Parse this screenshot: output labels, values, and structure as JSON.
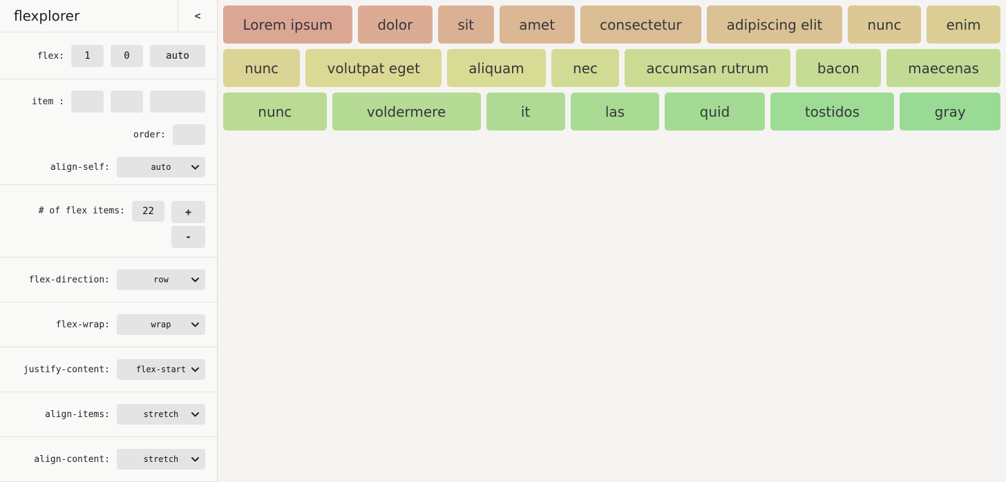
{
  "theme": {
    "sidebar_bg": "#f9f9f8",
    "main_bg": "#f5f4f2",
    "control_bg": "#e4e4e4",
    "separator": "#e2e2e0",
    "item_text": "#34353b"
  },
  "sidebar": {
    "title": "flexplorer",
    "collapse_button": "<",
    "flex_row": {
      "label": "flex:",
      "grow": "1",
      "shrink": "0",
      "basis": "auto"
    },
    "item_row": {
      "label": "item :",
      "grow": "",
      "shrink": "",
      "basis": ""
    },
    "order_row": {
      "label": "order:",
      "value": ""
    },
    "align_self_row": {
      "label": "align-self:",
      "value": "auto"
    },
    "count_row": {
      "label": "# of flex items:",
      "value": "22",
      "plus": "+",
      "minus": "-"
    },
    "property_rows": [
      {
        "label": "flex-direction:",
        "value": "row"
      },
      {
        "label": "flex-wrap:",
        "value": "wrap"
      },
      {
        "label": "justify-content:",
        "value": "flex-start"
      },
      {
        "label": "align-items:",
        "value": "stretch"
      },
      {
        "label": "align-content:",
        "value": "stretch"
      }
    ]
  },
  "flex_items": {
    "rows": [
      [
        {
          "label": "Lorem ipsum",
          "color": "#dba694"
        },
        {
          "label": "dolor",
          "color": "#dbab94"
        },
        {
          "label": "sit",
          "color": "#dbb194"
        },
        {
          "label": "amet",
          "color": "#dbb794"
        },
        {
          "label": "consectetur",
          "color": "#dbbd94"
        },
        {
          "label": "adipiscing elit",
          "color": "#dbc294"
        },
        {
          "label": "nunc",
          "color": "#dbc894"
        },
        {
          "label": "enim",
          "color": "#dbce94"
        }
      ],
      [
        {
          "label": "nunc",
          "color": "#dbd494"
        },
        {
          "label": "volutpat eget",
          "color": "#dbd994"
        },
        {
          "label": "aliquam",
          "color": "#d8db94"
        },
        {
          "label": "nec",
          "color": "#d2db94"
        },
        {
          "label": "accumsan rutrum",
          "color": "#ccdb94"
        },
        {
          "label": "bacon",
          "color": "#c6db94"
        },
        {
          "label": "maecenas",
          "color": "#c1db94"
        }
      ],
      [
        {
          "label": "nunc",
          "color": "#bbdb94"
        },
        {
          "label": "voldermere",
          "color": "#b5db94"
        },
        {
          "label": "it",
          "color": "#b0db94"
        },
        {
          "label": "las",
          "color": "#aadb94"
        },
        {
          "label": "quid",
          "color": "#a4db94"
        },
        {
          "label": "tostidos",
          "color": "#9edb94"
        },
        {
          "label": "gray",
          "color": "#99db94"
        }
      ]
    ]
  }
}
